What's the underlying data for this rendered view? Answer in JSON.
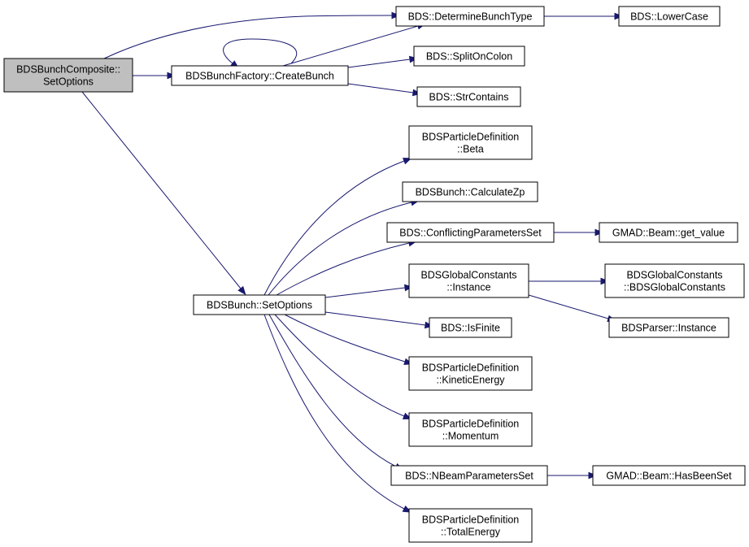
{
  "colors": {
    "edge": "#191970",
    "root_fill": "#bfbfbf",
    "node_fill": "#ffffff",
    "node_border": "#000000"
  },
  "nodes": {
    "root": [
      "BDSBunchComposite::",
      "SetOptions"
    ],
    "createBunch": [
      "BDSBunchFactory::CreateBunch"
    ],
    "determineBunchType": [
      "BDS::DetermineBunchType"
    ],
    "lowerCase": [
      "BDS::LowerCase"
    ],
    "splitOnColon": [
      "BDS::SplitOnColon"
    ],
    "strContains": [
      "BDS::StrContains"
    ],
    "bunchSetOptions": [
      "BDSBunch::SetOptions"
    ],
    "beta": [
      "BDSParticleDefinition",
      "::Beta"
    ],
    "calculateZp": [
      "BDSBunch::CalculateZp"
    ],
    "conflicting": [
      "BDS::ConflictingParametersSet"
    ],
    "getValue": [
      "GMAD::Beam::get_value"
    ],
    "gcInstance": [
      "BDSGlobalConstants",
      "::Instance"
    ],
    "gcCtor": [
      "BDSGlobalConstants",
      "::BDSGlobalConstants"
    ],
    "parserInstance": [
      "BDSParser::Instance"
    ],
    "isFinite": [
      "BDS::IsFinite"
    ],
    "kineticEnergy": [
      "BDSParticleDefinition",
      "::KineticEnergy"
    ],
    "momentum": [
      "BDSParticleDefinition",
      "::Momentum"
    ],
    "nBeam": [
      "BDS::NBeamParametersSet"
    ],
    "hasBeenSet": [
      "GMAD::Beam::HasBeenSet"
    ],
    "totalEnergy": [
      "BDSParticleDefinition",
      "::TotalEnergy"
    ]
  },
  "edges": [
    [
      "root",
      "determineBunchType"
    ],
    [
      "root",
      "createBunch"
    ],
    [
      "root",
      "bunchSetOptions"
    ],
    [
      "createBunch",
      "createBunch"
    ],
    [
      "createBunch",
      "determineBunchType"
    ],
    [
      "createBunch",
      "splitOnColon"
    ],
    [
      "createBunch",
      "strContains"
    ],
    [
      "determineBunchType",
      "lowerCase"
    ],
    [
      "bunchSetOptions",
      "beta"
    ],
    [
      "bunchSetOptions",
      "calculateZp"
    ],
    [
      "bunchSetOptions",
      "conflicting"
    ],
    [
      "bunchSetOptions",
      "gcInstance"
    ],
    [
      "bunchSetOptions",
      "isFinite"
    ],
    [
      "bunchSetOptions",
      "kineticEnergy"
    ],
    [
      "bunchSetOptions",
      "momentum"
    ],
    [
      "bunchSetOptions",
      "nBeam"
    ],
    [
      "bunchSetOptions",
      "totalEnergy"
    ],
    [
      "conflicting",
      "getValue"
    ],
    [
      "gcInstance",
      "gcCtor"
    ],
    [
      "gcInstance",
      "parserInstance"
    ],
    [
      "nBeam",
      "hasBeenSet"
    ]
  ]
}
